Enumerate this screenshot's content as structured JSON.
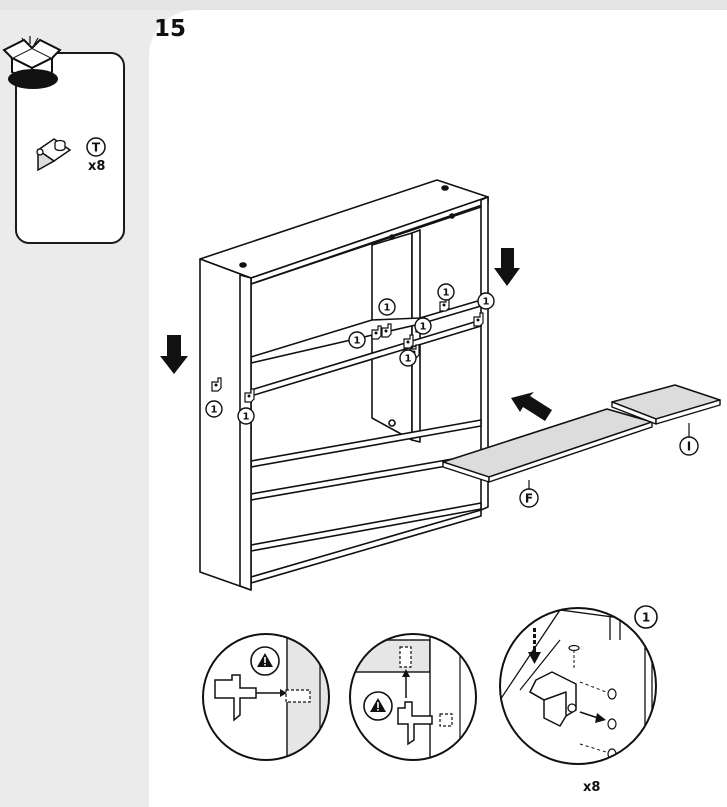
{
  "step": {
    "number": "15"
  },
  "parts": {
    "item_label": "T",
    "quantity": "x8"
  },
  "callouts": {
    "peg_label": "1",
    "panel_f_label": "F",
    "panel_i_label": "I"
  },
  "detail": {
    "quantity": "x8"
  },
  "icons": [
    "box-icon",
    "shelf-peg-icon",
    "warning-icon",
    "arrow-down-icon",
    "arrow-diagonal-icon"
  ]
}
